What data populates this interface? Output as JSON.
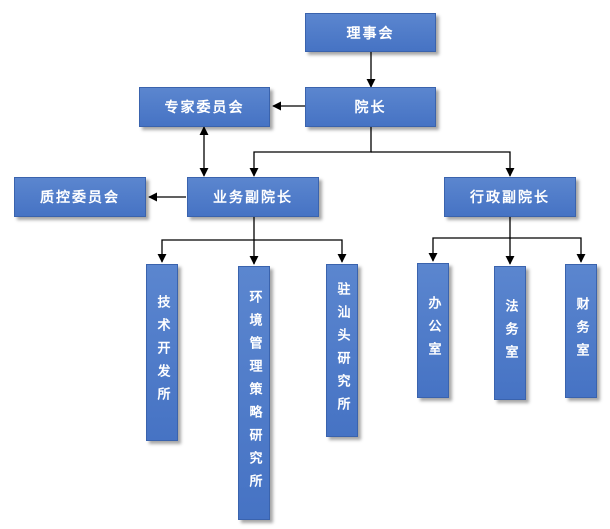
{
  "org_chart": {
    "board": "理事会",
    "president": "院长",
    "expert_committee": "专家委员会",
    "business_vp": "业务副院长",
    "qc_committee": "质控委员会",
    "admin_vp": "行政副院长",
    "business_units": [
      "技术开发所",
      "环境管理策略研究所",
      "驻汕头研究所"
    ],
    "admin_units": [
      "办公室",
      "法务室",
      "财务室"
    ]
  }
}
